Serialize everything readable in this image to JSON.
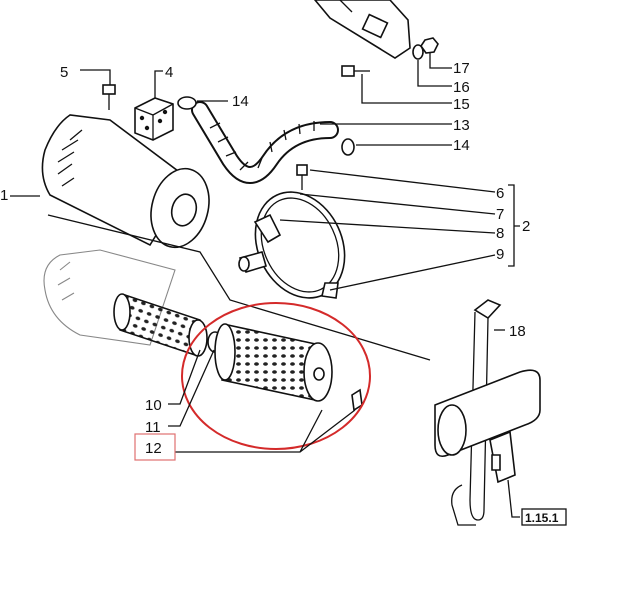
{
  "labels": {
    "p1": "1",
    "p2": "2",
    "p4": "4",
    "p5": "5",
    "p6": "6",
    "p7": "7",
    "p8": "8",
    "p9": "9",
    "p10": "10",
    "p11": "11",
    "p12": "12",
    "p13": "13",
    "p14a": "14",
    "p14b": "14",
    "p15": "15",
    "p16": "16",
    "p17": "17",
    "p18": "18",
    "ref": "1.15.1"
  },
  "colors": {
    "highlight_ellipse": "#d42a2a",
    "highlight_box": "#e07070",
    "ink": "#111111"
  }
}
